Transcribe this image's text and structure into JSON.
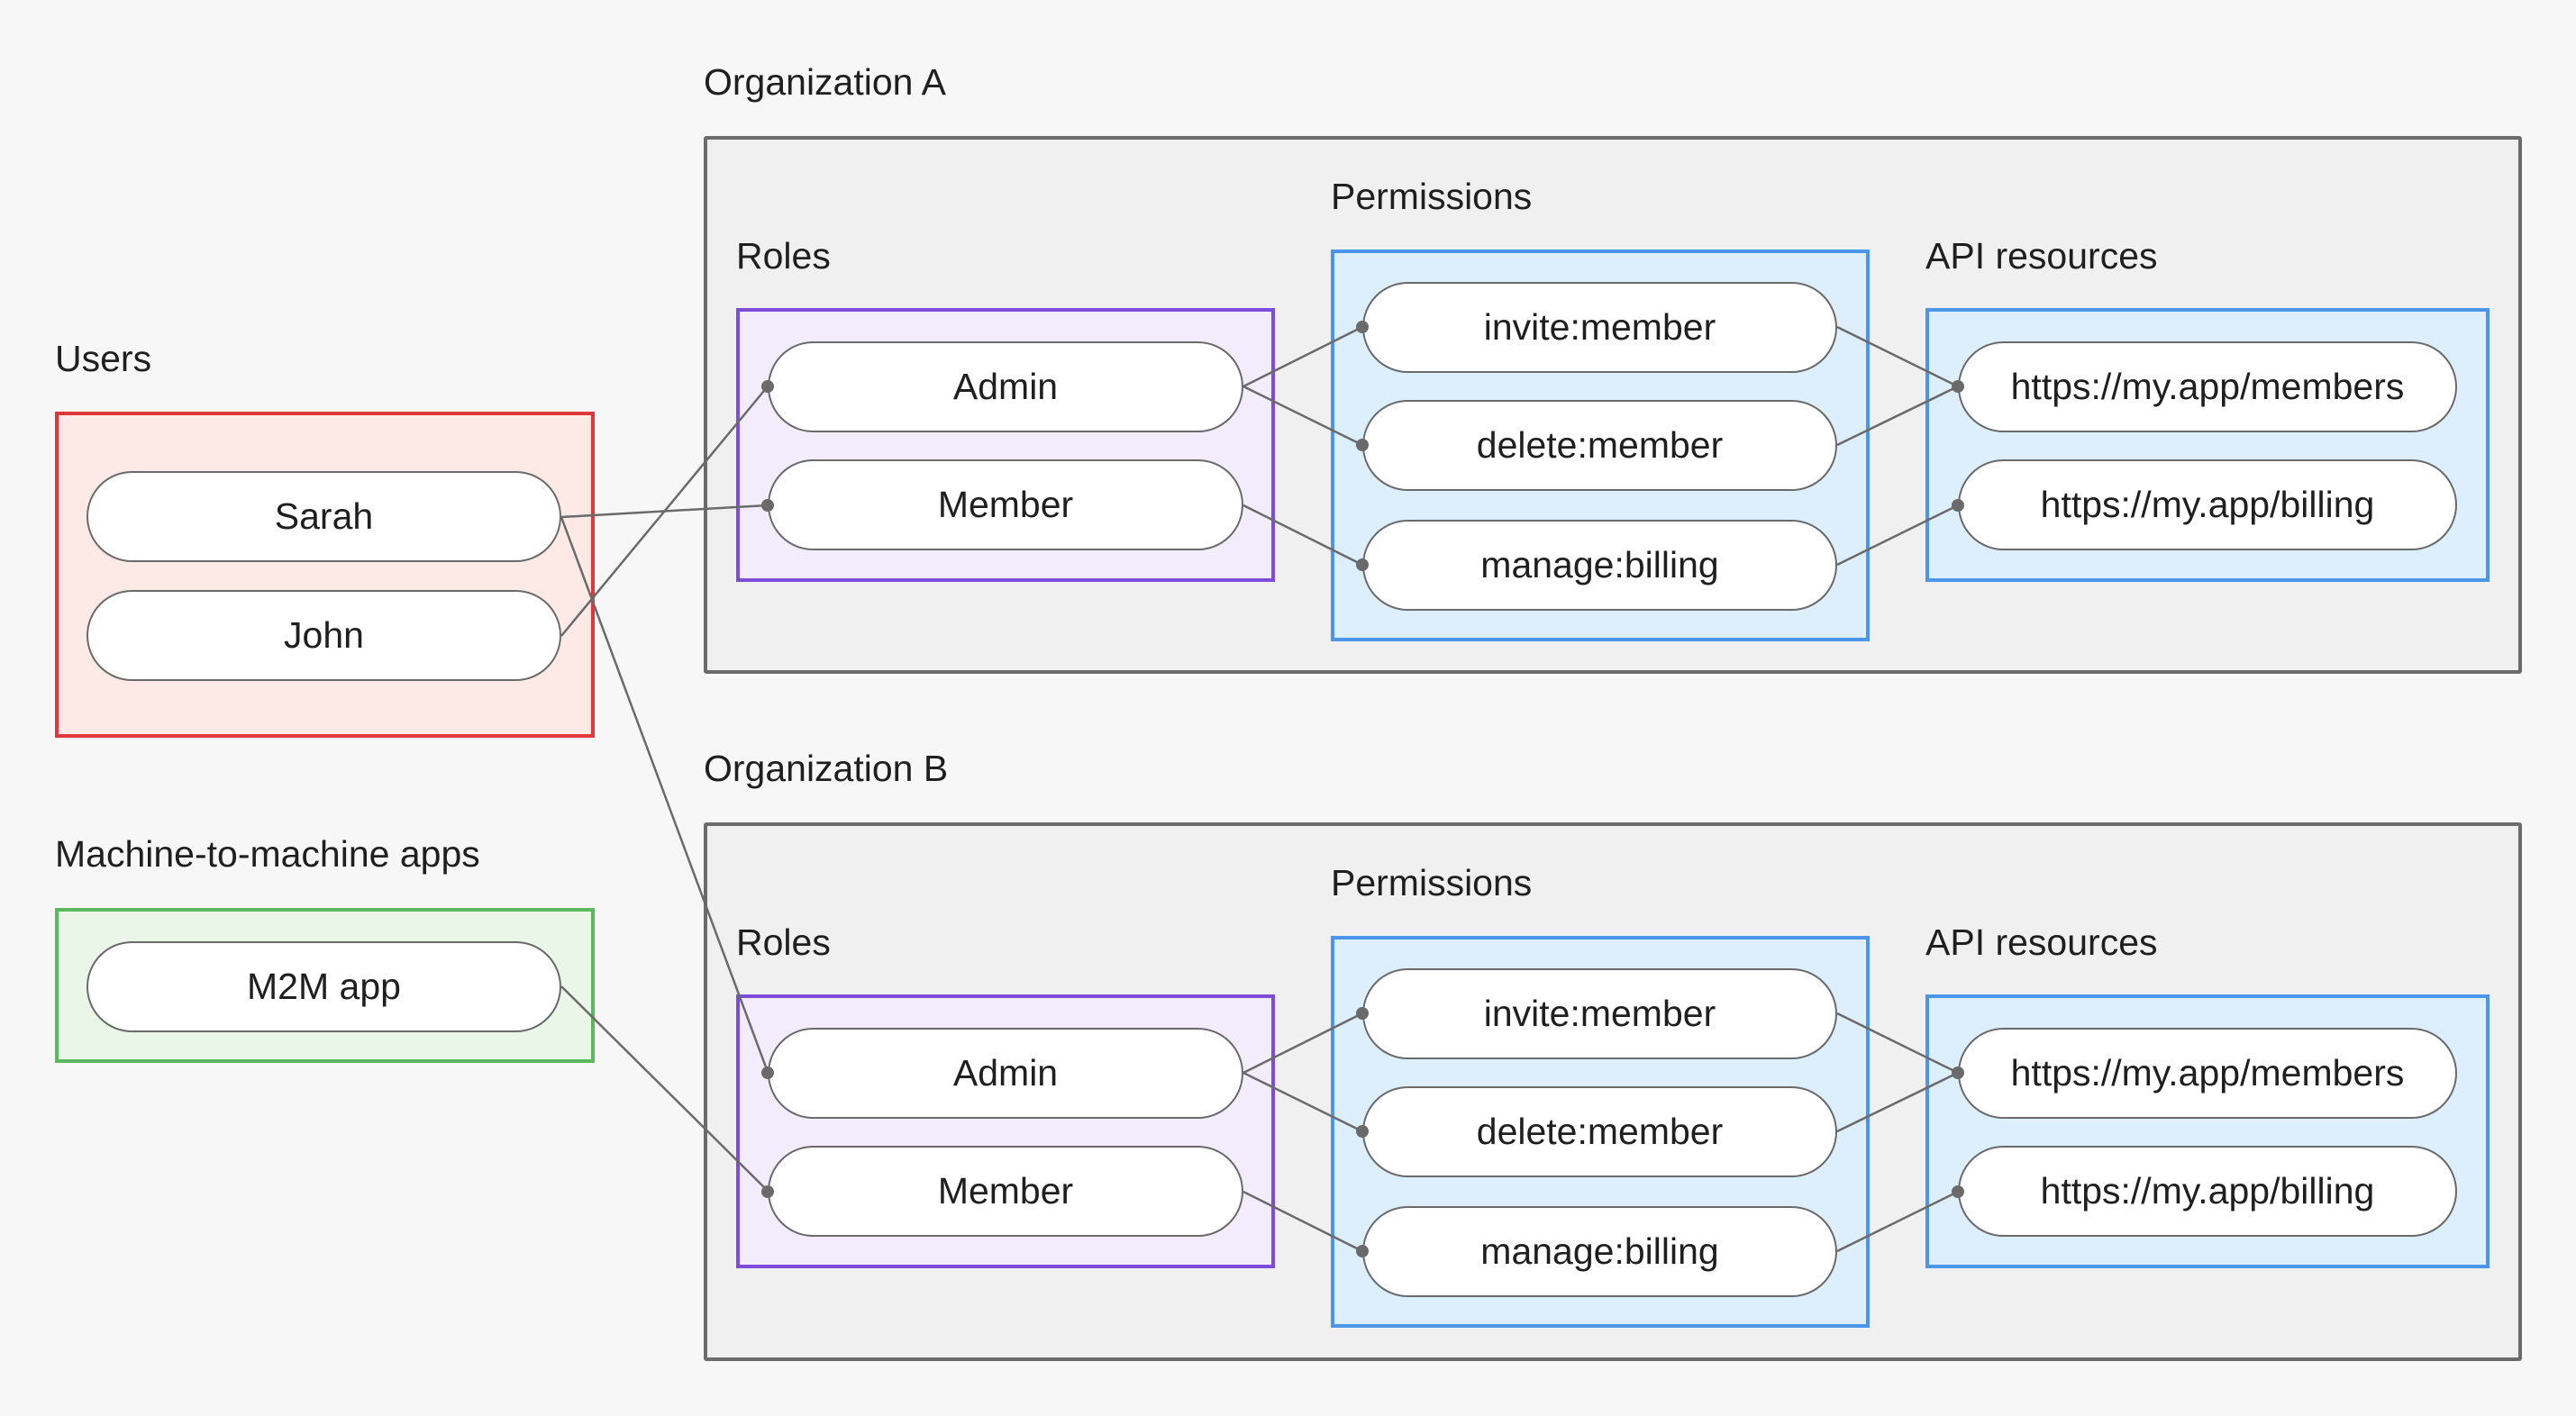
{
  "users": {
    "title": "Users",
    "items": [
      "Sarah",
      "John"
    ]
  },
  "m2m": {
    "title": "Machine-to-machine apps",
    "items": [
      "M2M app"
    ]
  },
  "organizations": [
    {
      "title": "Organization A",
      "roles_title": "Roles",
      "roles": [
        "Admin",
        "Member"
      ],
      "permissions_title": "Permissions",
      "permissions": [
        "invite:member",
        "delete:member",
        "manage:billing"
      ],
      "api_title": "API resources",
      "apis": [
        "https://my.app/members",
        "https://my.app/billing"
      ]
    },
    {
      "title": "Organization B",
      "roles_title": "Roles",
      "roles": [
        "Admin",
        "Member"
      ],
      "permissions_title": "Permissions",
      "permissions": [
        "invite:member",
        "delete:member",
        "manage:billing"
      ],
      "api_title": "API resources",
      "apis": [
        "https://my.app/members",
        "https://my.app/billing"
      ]
    }
  ],
  "connections": [
    {
      "from": "Sarah",
      "to": "Organization A / Member"
    },
    {
      "from": "Sarah",
      "to": "Organization B / Admin"
    },
    {
      "from": "John",
      "to": "Organization A / Admin"
    },
    {
      "from": "M2M app",
      "to": "Organization B / Member"
    },
    {
      "from": "Admin",
      "to": "invite:member"
    },
    {
      "from": "Admin",
      "to": "delete:member"
    },
    {
      "from": "Member",
      "to": "manage:billing"
    },
    {
      "from": "invite:member",
      "to": "https://my.app/members"
    },
    {
      "from": "delete:member",
      "to": "https://my.app/members"
    },
    {
      "from": "manage:billing",
      "to": "https://my.app/billing"
    }
  ],
  "colors": {
    "users_border": "#e0373a",
    "users_fill": "#fdeae7",
    "m2m_border": "#5cb85c",
    "m2m_fill": "#e9f6e8",
    "roles_border": "#7c4ddb",
    "roles_fill": "#f2ecfd",
    "permissions_border": "#4b96e8",
    "permissions_fill": "#ddeefc",
    "organization_border": "#6b6b6b",
    "organization_fill": "#eff0ef",
    "connector": "#6a6a6a"
  }
}
